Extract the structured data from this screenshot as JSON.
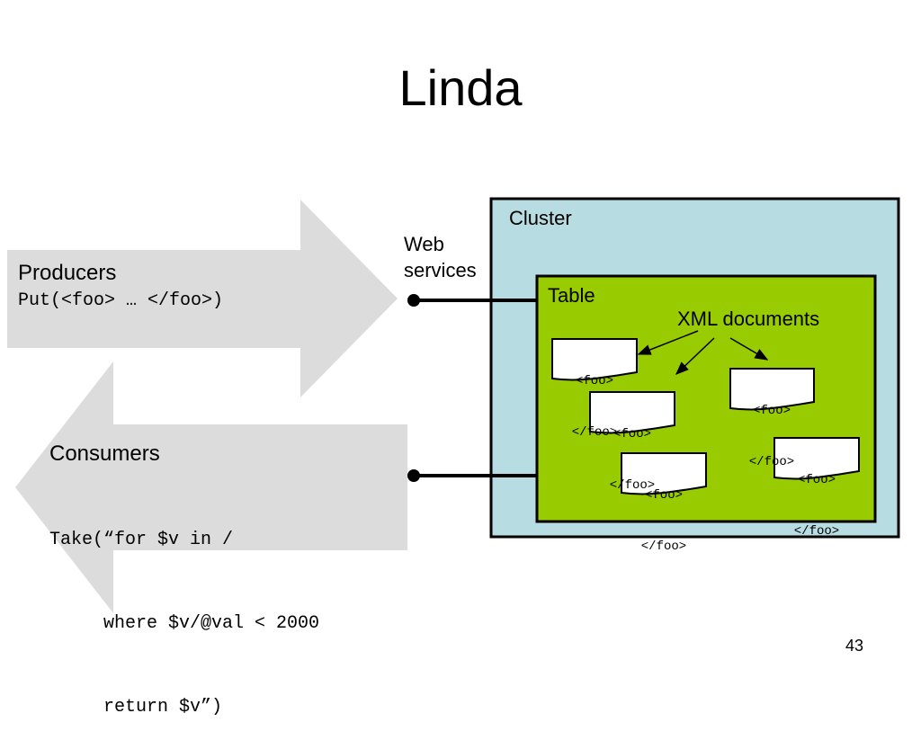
{
  "title": "Linda",
  "producers": {
    "label": "Producers",
    "code": "Put(<foo> … </foo>)"
  },
  "consumers": {
    "label": "Consumers",
    "code_lines": [
      "Take(“for $v in /",
      "     where $v/@val < 2000",
      "     return $v”)"
    ]
  },
  "web_services": {
    "line1": "Web",
    "line2": "services"
  },
  "cluster": {
    "label": "Cluster"
  },
  "table": {
    "label": "Table"
  },
  "xml_documents": {
    "label": "XML documents",
    "docs": [
      {
        "line1": "<foo>",
        "line2": "</foo>"
      },
      {
        "line1": "<foo>",
        "line2": "</foo>"
      },
      {
        "line1": "<foo>",
        "line2": "</foo>"
      },
      {
        "line1": "<foo>",
        "line2": "</foo>"
      },
      {
        "line1": "<foo>",
        "line2": "</foo>"
      }
    ]
  },
  "slide_number": "43",
  "colors": {
    "arrow_fill": "#dcdcdc",
    "cluster_fill": "#b7dde3",
    "table_fill": "#99cc00",
    "line": "#000000"
  }
}
